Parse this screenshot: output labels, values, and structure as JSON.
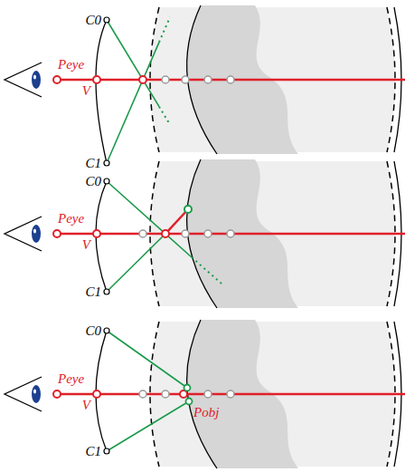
{
  "diagram": {
    "labels": [
      "C0",
      "Peye",
      "V",
      "C1",
      "C0",
      "Peye",
      "V",
      "C1",
      "C0",
      "Peye",
      "V",
      "C1",
      "Pobj"
    ]
  }
}
